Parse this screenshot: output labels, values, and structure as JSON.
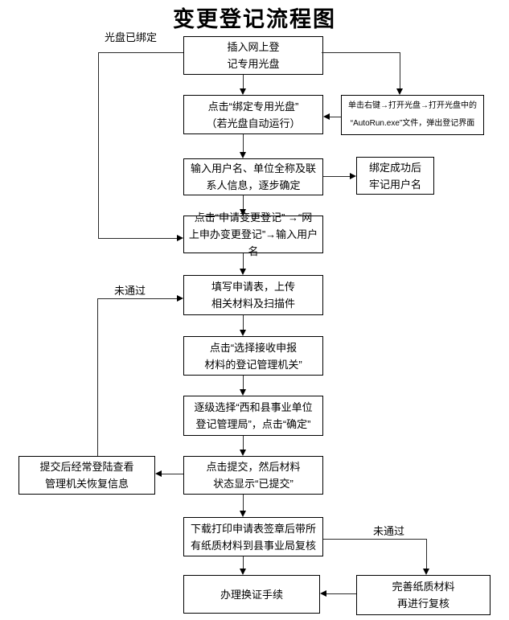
{
  "title": "变更登记流程图",
  "edge_labels": {
    "disc_bound": "光盘已绑定",
    "not_passed_top": "未通过",
    "not_passed_bottom": "未通过"
  },
  "nodes": {
    "insert_disc": "插入网上登\n记专用光盘",
    "bind_disc": "点击“绑定专用光盘”\n（若光盘自动运行）",
    "autorun": "单击右键→打开光盘→打开光盘中的\n“AutoRun.exe”文件，弹出登记界面",
    "input_user": "输入用户名、单位全称及联\n系人信息，逐步确定",
    "bind_success": "绑定成功后\n牢记用户名",
    "apply_change": "点击“申请变更登记” →“网\n上申办变更登记”→输入用户名",
    "fill_form": "填写申请表，上传\n相关材料及扫描件",
    "select_org": "点击“选择接收申报\n材料的登记管理机关”",
    "select_bureau": "逐级选择“西和县事业单位\n登记管理局”，点击“确定”",
    "submit": "点击提交，然后材料\n状态显示“已提交”",
    "check_reply": "提交后经常登陆查看\n管理机关恢复信息",
    "print_review": "下载打印申请表签章后带所\n有纸质材料到县事业局复核",
    "renew_cert": "办理换证手续",
    "improve_materials": "完善纸质材料\n再进行复核"
  }
}
